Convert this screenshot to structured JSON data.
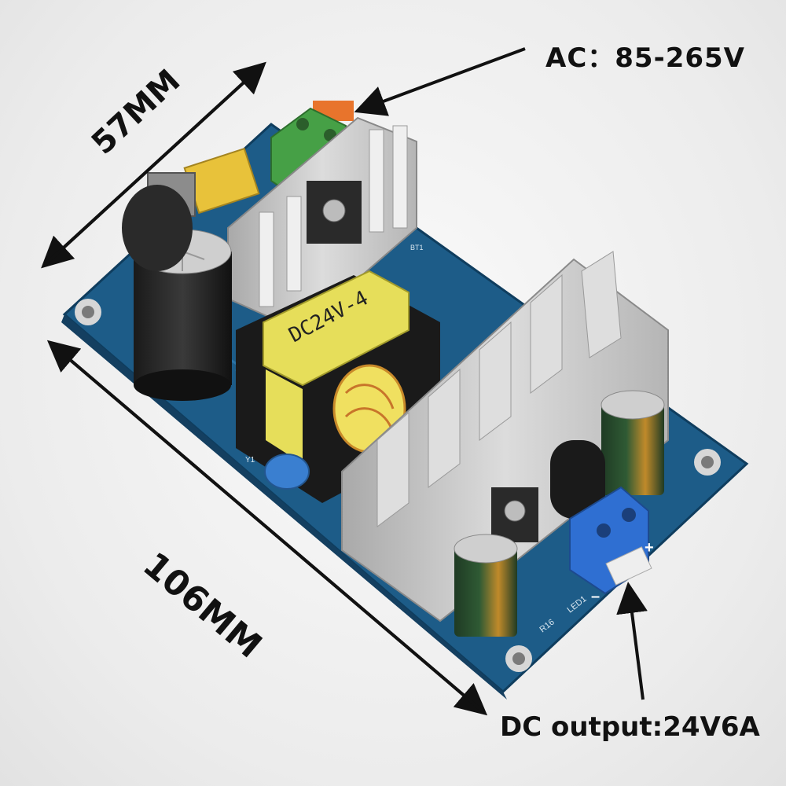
{
  "labels": {
    "ac_input": "AC：85-265V",
    "dc_output": "DC output:24V6A",
    "width": "57MM",
    "length": "106MM",
    "transformer_marking": "DC24V-4",
    "silk_bt1": "BT1",
    "silk_r16": "R16",
    "silk_led1": "LED1",
    "silk_y1": "Y1",
    "silk_plus": "+",
    "silk_minus": "–"
  },
  "colors": {
    "pcb": "#1e5f8c",
    "heatsink": "#c8c8c8",
    "transformer_tape": "#e6de5a",
    "input_terminal": "#4aa24a",
    "output_terminal": "#2f6fd2"
  }
}
